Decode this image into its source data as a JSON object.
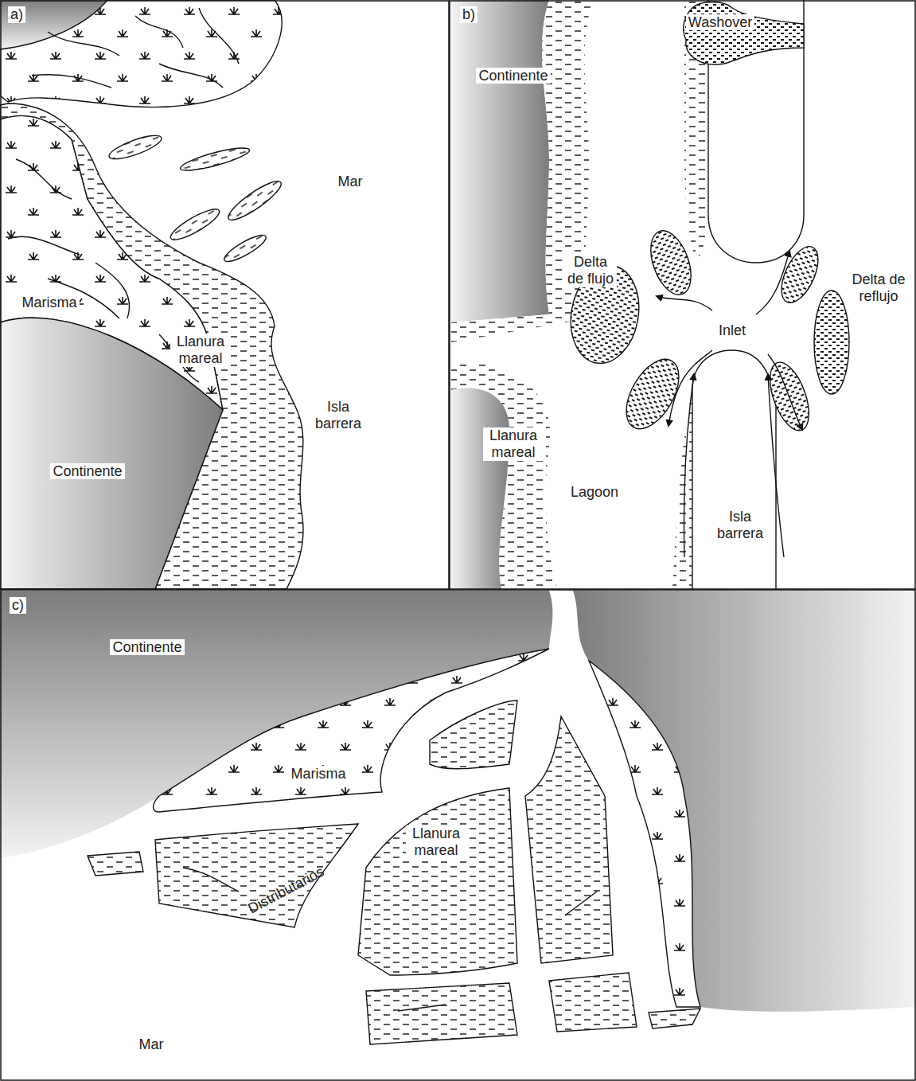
{
  "diagram": {
    "labels": [
      "a)",
      "Mar",
      "Marisma",
      "Llanura mareal",
      "Isla barrera",
      "Continente",
      "b)",
      "Continente",
      "Washover",
      "Delta de flujo",
      "Delta de reflujo",
      "Inlet",
      "Llanura mareal",
      "Lagoon",
      "Isla barrera",
      "c)",
      "Continente",
      "Marisma",
      "Llanura mareal",
      "Distributarios",
      "Mar"
    ]
  }
}
